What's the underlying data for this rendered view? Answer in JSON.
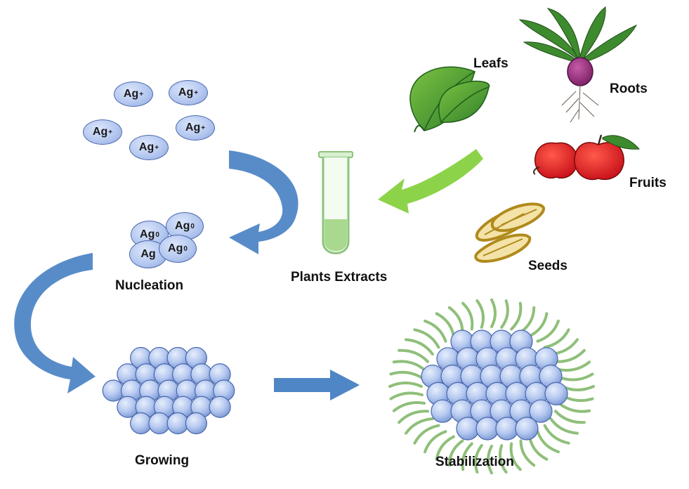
{
  "labels": {
    "leafs": "Leafs",
    "roots": "Roots",
    "fruits": "Fruits",
    "seeds": "Seeds",
    "plants_extracts": "Plants Extracts",
    "nucleation": "Nucleation",
    "growing": "Growing",
    "stabilization": "Stabilization"
  },
  "ions": {
    "symbol": "Ag",
    "charge_plus": "+",
    "charge_zero": "0"
  },
  "colors": {
    "flow_arrow": "#4f86c6",
    "plant_arrow": "#8dd34a",
    "particle": "#b5c8f0",
    "particle_border": "#4a68ad",
    "ligand": "#8fbf7a",
    "test_tube": "#9fd48c"
  }
}
